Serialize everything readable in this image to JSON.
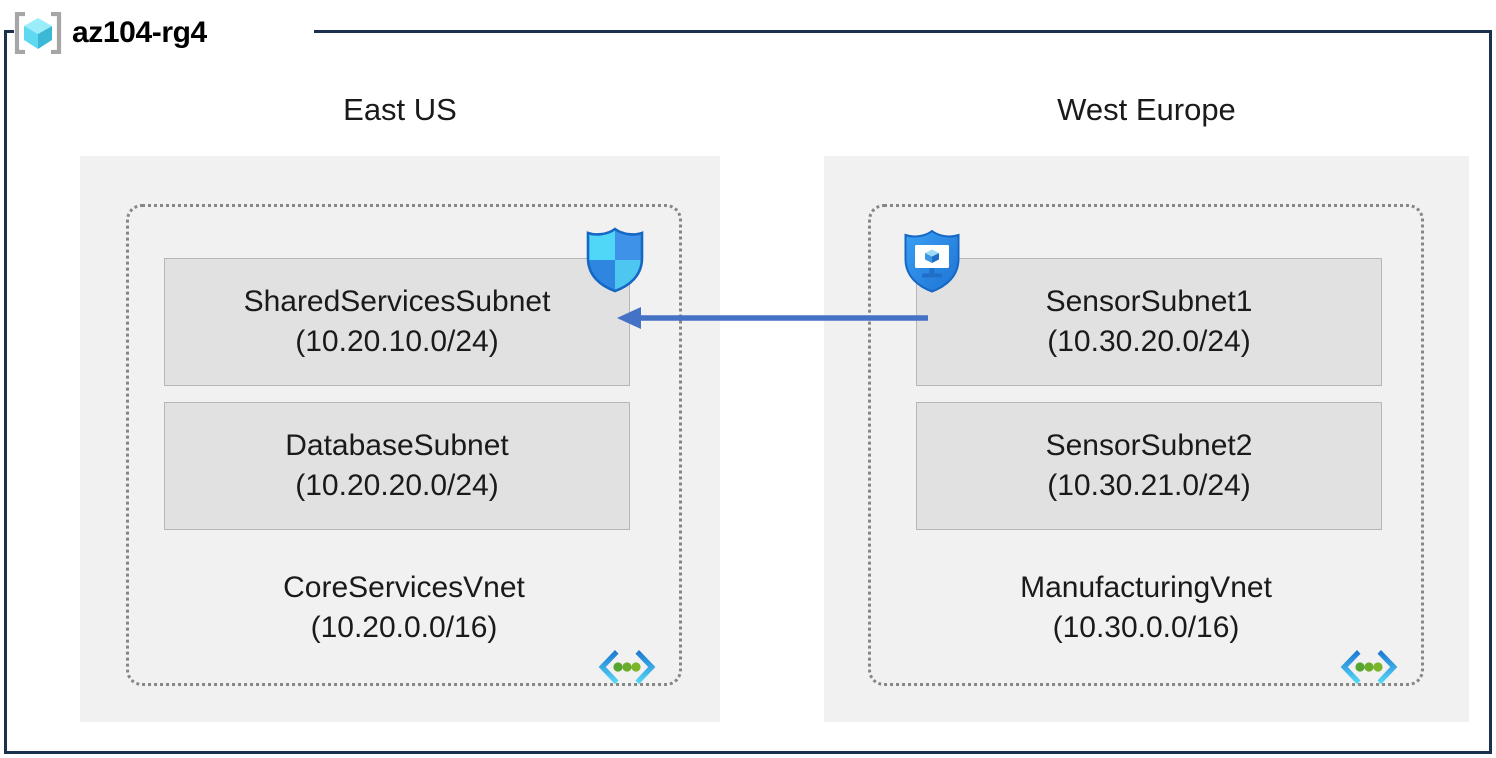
{
  "resource_group": {
    "name": "az104-rg4",
    "icon": "resource-group-cube-icon"
  },
  "regions": [
    {
      "id": "eastus",
      "label": "East US"
    },
    {
      "id": "westeurope",
      "label": "West Europe"
    }
  ],
  "vnets": [
    {
      "id": "coreservicesvnet",
      "name": "CoreServicesVnet",
      "address_space": "(10.20.0.0/16)",
      "region": "East US",
      "icon": "virtual-network-icon",
      "subnets": [
        {
          "id": "sharedservicessubnet",
          "name": "SharedServicesSubnet",
          "address_prefix": "(10.20.10.0/24)",
          "attached_icon": "network-security-group-shield-icon"
        },
        {
          "id": "databasesubnet",
          "name": "DatabaseSubnet",
          "address_prefix": "(10.20.20.0/24)",
          "attached_icon": null
        }
      ]
    },
    {
      "id": "manufacturingvnet",
      "name": "ManufacturingVnet",
      "address_space": "(10.30.0.0/16)",
      "region": "West Europe",
      "icon": "virtual-network-icon",
      "subnets": [
        {
          "id": "sensorsubnet1",
          "name": "SensorSubnet1",
          "address_prefix": "(10.30.20.0/24)",
          "attached_icon": "application-security-group-shield-icon"
        },
        {
          "id": "sensorsubnet2",
          "name": "SensorSubnet2",
          "address_prefix": "(10.30.21.0/24)",
          "attached_icon": null
        }
      ]
    }
  ],
  "connection": {
    "id": "vnet-peering-arrow",
    "label": "",
    "direction": "right-to-left",
    "from": "SensorSubnet1",
    "to": "SharedServicesSubnet"
  },
  "colors": {
    "frame_border": "#1b2f4f",
    "region_fill": "#f1f1f1",
    "vnet_border": "#868686",
    "subnet_fill": "#e1e1e1",
    "subnet_border": "#b7b7b7",
    "arrow": "#4472c4",
    "azure_blue": "#0078d4",
    "cube_cyan": "#7fe2f7",
    "vnet_icon_green": "#55a630"
  }
}
